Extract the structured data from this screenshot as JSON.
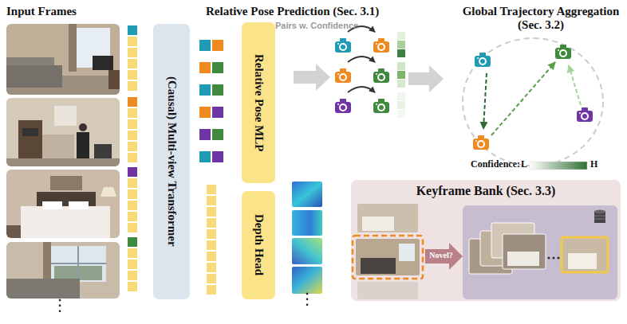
{
  "diagram": {
    "nodes": [
      {
        "text": [
          "(Causal) Multi-view Transformer"
        ]
      },
      {
        "text": [
          "Relative Pose MLP"
        ]
      },
      {
        "text": [
          "Depth Head"
        ]
      },
      {
        "text": [
          "Keyframe Bank (Sec. 3.3)"
        ]
      }
    ],
    "labels": [
      "Input Frames",
      "Relative Pose Prediction (Sec. 3.1)",
      "Pairs w. Confidence",
      "Global Trajectory Aggregation (Sec. 3.2)",
      "Confidence:",
      "L",
      "H",
      "Novel?",
      "⋮",
      "⋮"
    ]
  }
}
